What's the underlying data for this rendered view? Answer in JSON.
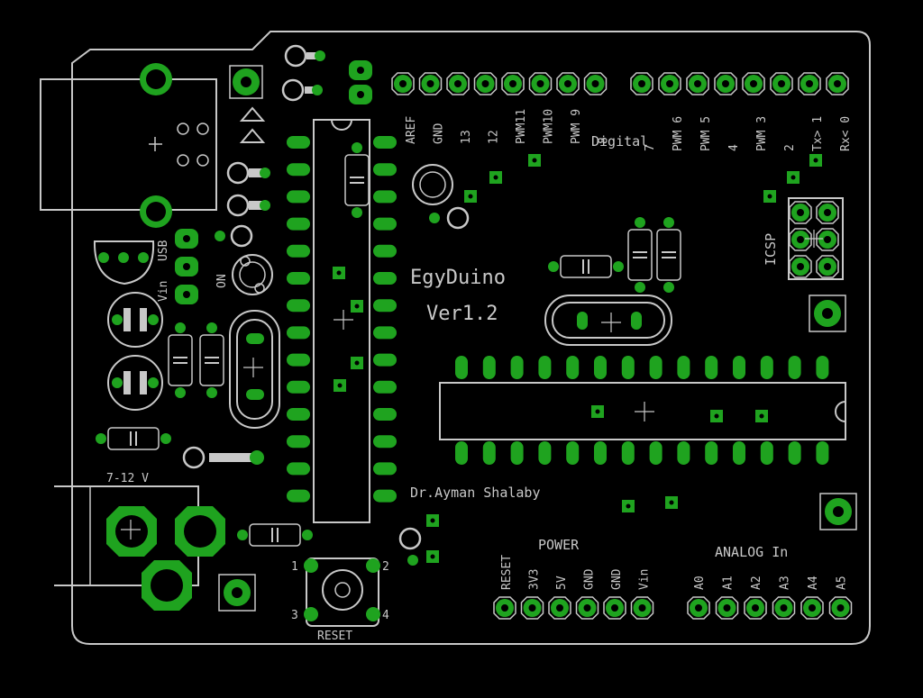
{
  "board": {
    "title": "EgyDuino",
    "version": "Ver1.2",
    "author": "Dr.Ayman Shalaby",
    "colors": {
      "background": "#000000",
      "silkscreen": "#c8c8c8",
      "copper_pad": "#1fa31f"
    }
  },
  "labels": {
    "digital": "Digital",
    "icsp": "ICSP",
    "power": "POWER",
    "analog": "ANALOG In",
    "reset": "RESET",
    "supply": "7-12 V",
    "usb": "USB",
    "vin": "Vin",
    "on": "ON"
  },
  "top_header_left": [
    "AREF",
    "GND",
    "13",
    "12",
    "PWM11",
    "PWM10",
    "PWM 9",
    "8"
  ],
  "top_header_right": [
    "7",
    "PWM 6",
    "PWM 5",
    "4",
    "PWM 3",
    "2",
    "Tx> 1",
    "Rx< 0"
  ],
  "power_header": [
    "RESET",
    "3V3",
    "5V",
    "GND",
    "GND",
    "Vin"
  ],
  "analog_header": [
    "A0",
    "A1",
    "A2",
    "A3",
    "A4",
    "A5"
  ],
  "reset_pins": [
    "1",
    "2",
    "3",
    "4"
  ]
}
